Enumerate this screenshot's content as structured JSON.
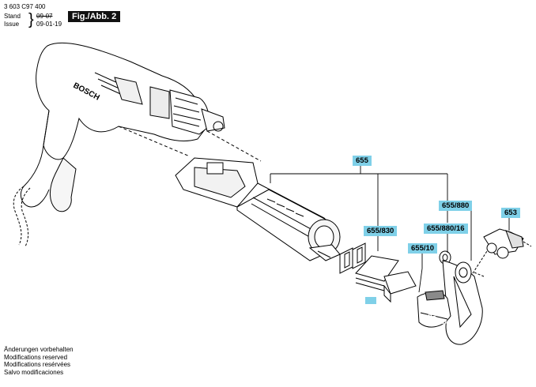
{
  "header": {
    "doc_number": "3 603 C97 400",
    "stand_label": "Stand",
    "stand_value": "09-07",
    "issue_label": "Issue",
    "issue_value": "09-01-19",
    "fig_label": "Fig./Abb. 2"
  },
  "brand": "BOSCH",
  "part_labels": [
    "655",
    "655/830",
    "655/880",
    "655/880/16",
    "655/10",
    "653"
  ],
  "footer": {
    "lines": [
      "Änderungen vorbehalten",
      "Modifications reserved",
      "Modifications resérvées",
      "Salvo modificaciones"
    ]
  },
  "colors": {
    "label_bg": "#7fd0e8"
  }
}
